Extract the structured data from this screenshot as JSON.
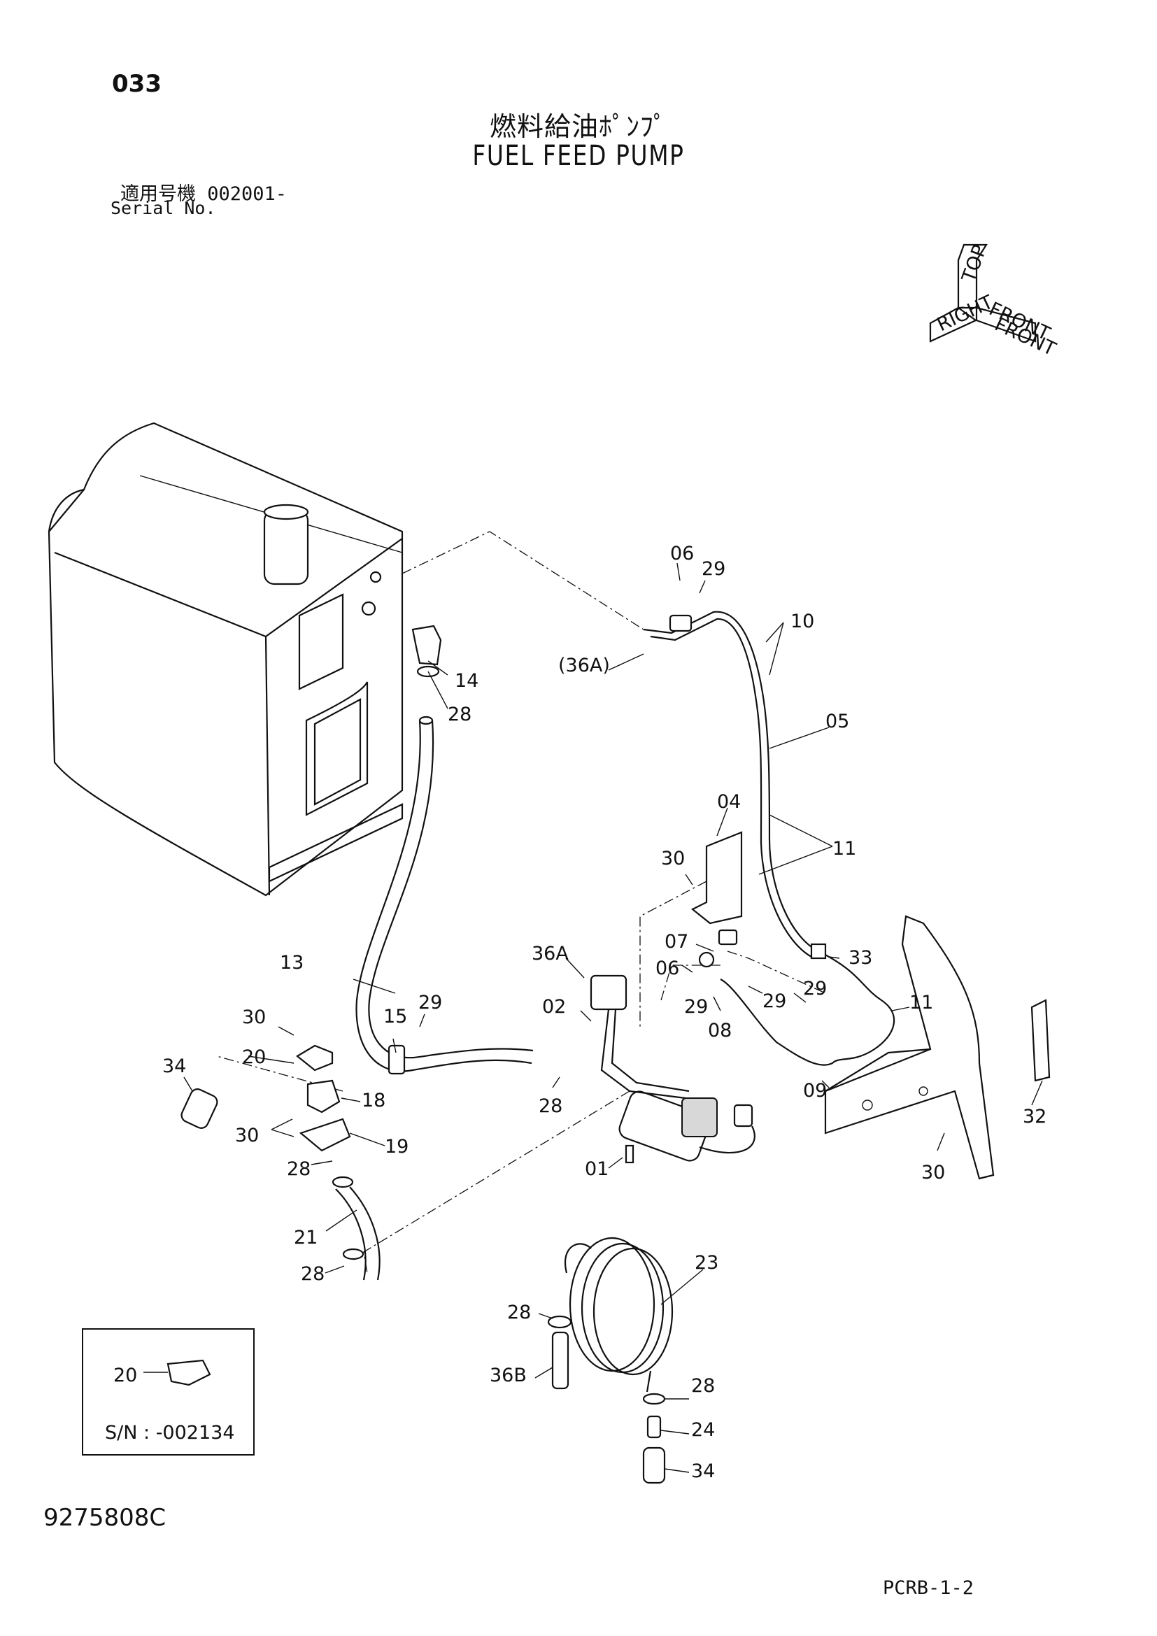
{
  "header": {
    "page_number": "033",
    "title_jp": "燃料給油ﾎﾟﾝﾌﾟ",
    "title_en": "FUEL FEED PUMP",
    "serial_label_jp": "適用号機  002001-",
    "serial_label_en": "Serial No."
  },
  "orientation_labels": [
    "TOP",
    "FRONT",
    "RIGHT",
    "FRONT"
  ],
  "callouts": [
    "06",
    "29",
    "10",
    "(36A)",
    "14",
    "28",
    "05",
    "04",
    "30",
    "11",
    "36A",
    "07",
    "06",
    "29",
    "08",
    "29",
    "33",
    "29",
    "13",
    "30",
    "15",
    "29",
    "20",
    "02",
    "11",
    "34",
    "18",
    "28",
    "09",
    "30",
    "19",
    "28",
    "01",
    "32",
    "30",
    "21",
    "28",
    "23",
    "28",
    "36B",
    "28",
    "24",
    "34"
  ],
  "inset": {
    "part_label": "20",
    "serial_note": "S/N : -002134"
  },
  "footer": {
    "drawing_number": "9275808C",
    "page_code": "PCRB-1-2"
  }
}
